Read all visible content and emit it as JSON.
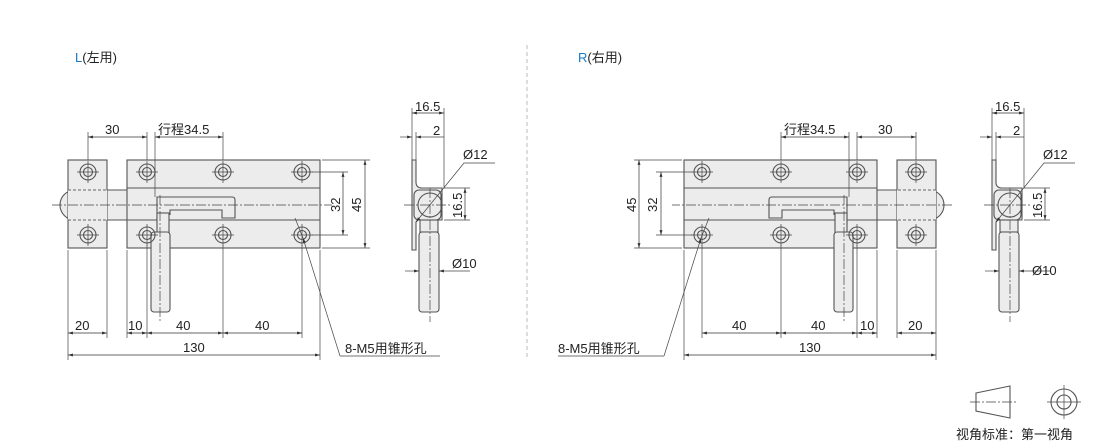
{
  "left": {
    "title_letter": "L",
    "title_suffix": "(左用)",
    "stroke_label": "行程34.5",
    "dims": {
      "d30": "30",
      "d20": "20",
      "d10": "10",
      "d40a": "40",
      "d40b": "40",
      "d130": "130",
      "d32": "32",
      "d45": "45"
    },
    "hole_note": "8-M5用锥形孔",
    "side": {
      "d16_5_top": "16.5",
      "d2": "2",
      "dia12": "Ø12",
      "d16_5_v": "16.5",
      "dia10": "Ø10"
    }
  },
  "right": {
    "title_letter": "R",
    "title_suffix": "(右用)",
    "stroke_label": "行程34.5",
    "dims": {
      "d30": "30",
      "d20": "20",
      "d10": "10",
      "d40a": "40",
      "d40b": "40",
      "d130": "130",
      "d32": "32",
      "d45": "45"
    },
    "hole_note": "8-M5用锥形孔",
    "side": {
      "d16_5_top": "16.5",
      "d2": "2",
      "dia12": "Ø12",
      "d16_5_v": "16.5",
      "dia10": "Ø10"
    }
  },
  "projection": {
    "label": "视角标准：第一视角"
  },
  "colors": {
    "accent": "#1a7ac4",
    "line": "#555555",
    "fill": "#ececec"
  }
}
